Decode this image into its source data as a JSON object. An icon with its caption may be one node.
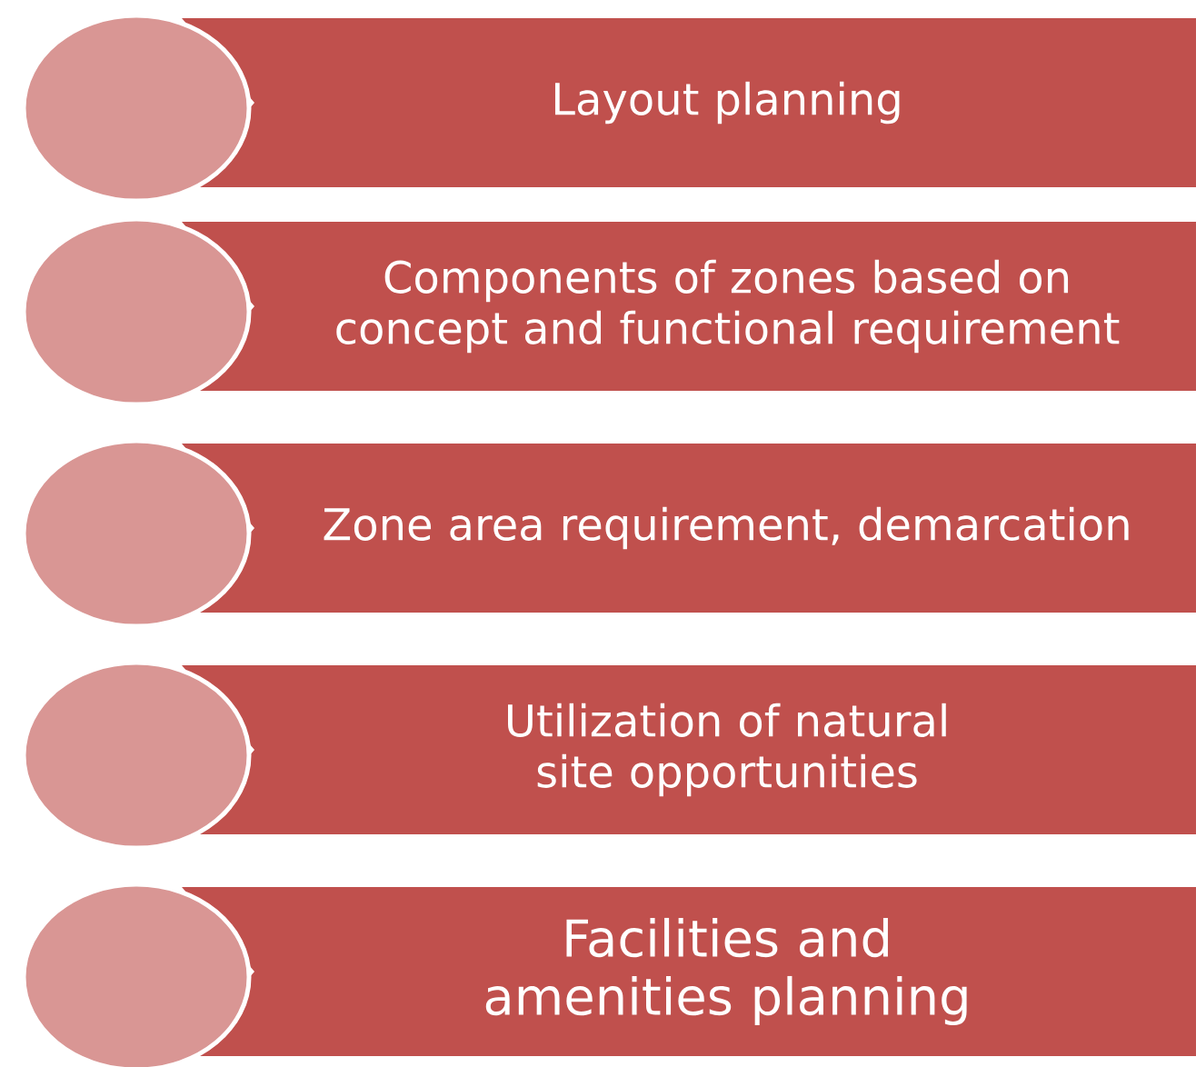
{
  "diagram": {
    "nodes": [
      {
        "text": [],
        "shape": "circle"
      },
      {
        "text": [
          "Layout planning"
        ]
      },
      {
        "text": [],
        "shape": "circle"
      },
      {
        "text": [
          "Components of zones based on concept and functional requirement"
        ]
      },
      {
        "text": [],
        "shape": "circle"
      },
      {
        "text": [
          "Zone area requirement, demarcation"
        ]
      },
      {
        "text": [],
        "shape": "circle"
      },
      {
        "text": [
          "Utilization of natural site opportunities"
        ]
      },
      {
        "text": [],
        "shape": "circle"
      },
      {
        "text": [
          "Facilities and amenities planning"
        ]
      }
    ]
  }
}
